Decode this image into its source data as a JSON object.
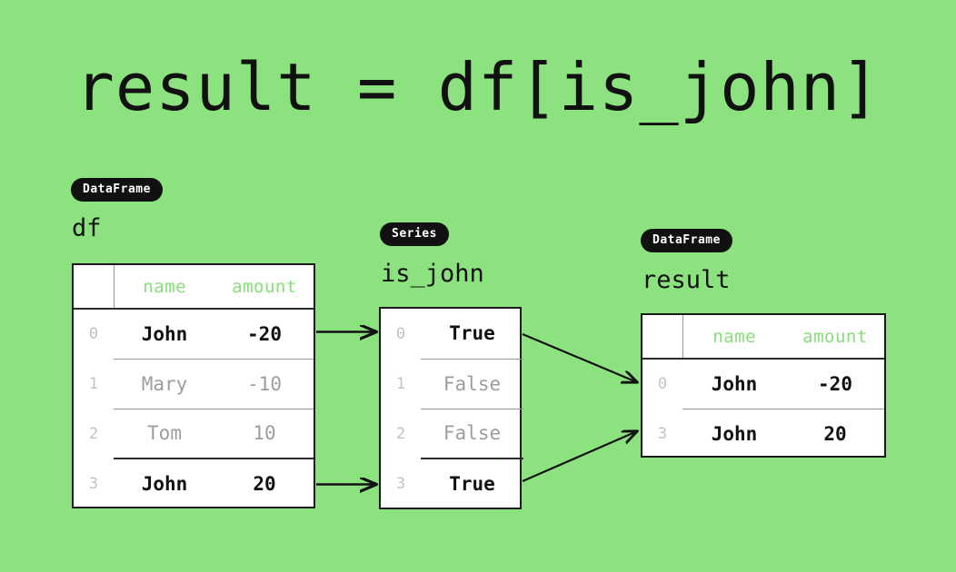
{
  "title": "result = df[is_john]",
  "background_color": "#8ce27e",
  "accent_header_color": "#86dd79",
  "dim_text_color": "#9d9d9d",
  "active_text_color": "#111111",
  "df": {
    "badge": "DataFrame",
    "name": "df",
    "columns": [
      "name",
      "amount"
    ],
    "index": [
      "0",
      "1",
      "2",
      "3"
    ],
    "rows": [
      {
        "index": "0",
        "name": "John",
        "amount": "-20",
        "highlighted": true
      },
      {
        "index": "1",
        "name": "Mary",
        "amount": "-10",
        "highlighted": false
      },
      {
        "index": "2",
        "name": "Tom",
        "amount": "10",
        "highlighted": false
      },
      {
        "index": "3",
        "name": "John",
        "amount": "20",
        "highlighted": true
      }
    ]
  },
  "is_john": {
    "badge": "Series",
    "name": "is_john",
    "rows": [
      {
        "index": "0",
        "value": "True",
        "highlighted": true
      },
      {
        "index": "1",
        "value": "False",
        "highlighted": false
      },
      {
        "index": "2",
        "value": "False",
        "highlighted": false
      },
      {
        "index": "3",
        "value": "True",
        "highlighted": true
      }
    ]
  },
  "result": {
    "badge": "DataFrame",
    "name": "result",
    "columns": [
      "name",
      "amount"
    ],
    "rows": [
      {
        "index": "0",
        "name": "John",
        "amount": "-20",
        "highlighted": true
      },
      {
        "index": "3",
        "name": "John",
        "amount": "20",
        "highlighted": true
      }
    ]
  },
  "arrows": [
    {
      "name": "df-row-0-to-series-row-0"
    },
    {
      "name": "df-row-3-to-series-row-3"
    },
    {
      "name": "series-row-0-to-result-row-0"
    },
    {
      "name": "series-row-3-to-result-row-3"
    }
  ]
}
